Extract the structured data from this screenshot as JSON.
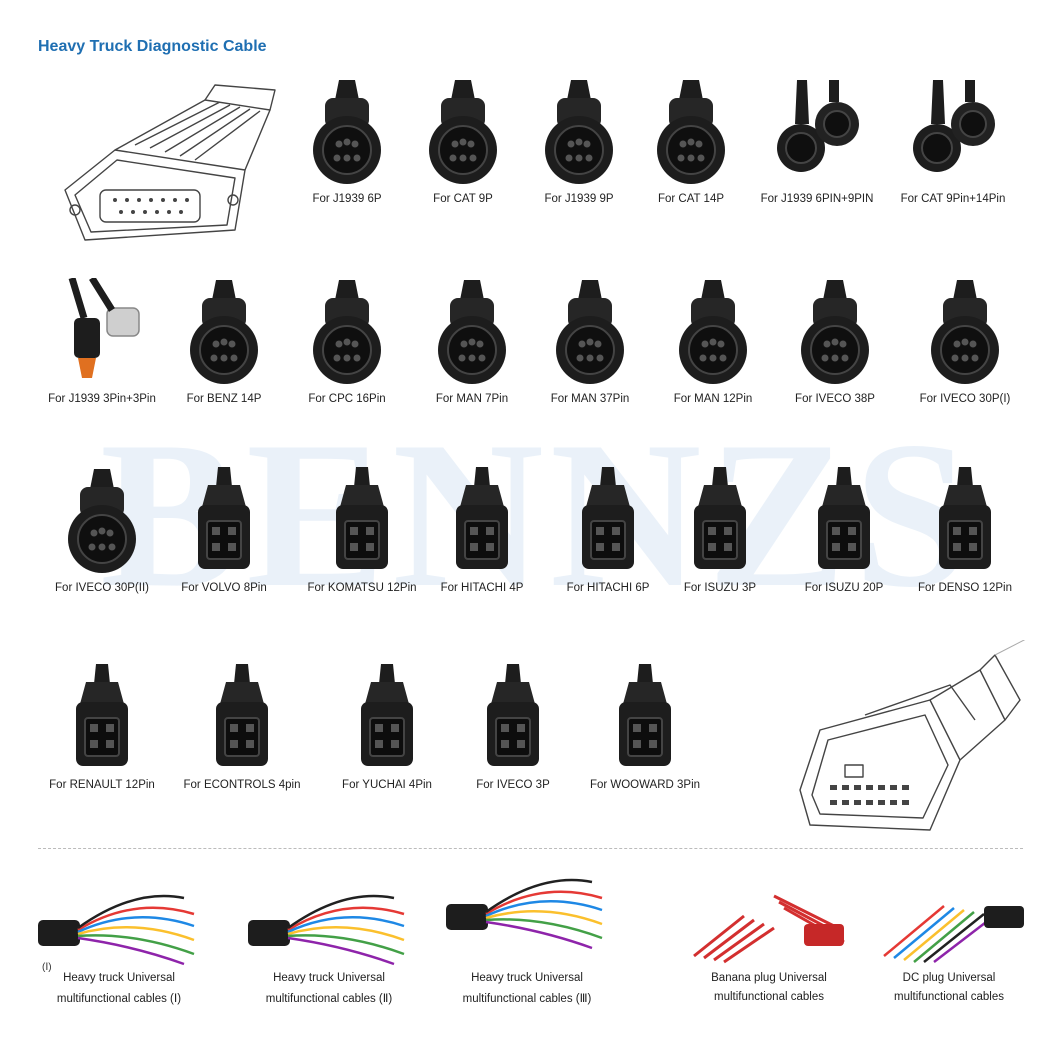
{
  "header": {
    "title": "Heavy Truck Diagnostic Cable"
  },
  "watermark": "BENNZS",
  "connectors": [
    {
      "label": "For J1939 6P",
      "icon": "round-connector"
    },
    {
      "label": "For CAT 9P",
      "icon": "round-connector"
    },
    {
      "label": "For J1939 9P",
      "icon": "round-connector"
    },
    {
      "label": "For CAT 14P",
      "icon": "round-connector"
    },
    {
      "label": "For J1939 6PIN+9PIN",
      "icon": "dual-round-connector"
    },
    {
      "label": "For CAT 9Pin+14Pin",
      "icon": "dual-round-connector"
    },
    {
      "label": "For J1939 3Pin+3Pin",
      "icon": "dual-small-connector"
    },
    {
      "label": "For BENZ 14P",
      "icon": "round-connector"
    },
    {
      "label": "For CPC 16Pin",
      "icon": "round-connector"
    },
    {
      "label": "For MAN 7Pin",
      "icon": "round-connector"
    },
    {
      "label": "For MAN 37Pin",
      "icon": "round-connector"
    },
    {
      "label": "For MAN 12Pin",
      "icon": "round-connector"
    },
    {
      "label": "For IVECO 38P",
      "icon": "round-connector"
    },
    {
      "label": "For IVECO 30P(I)",
      "icon": "round-connector"
    },
    {
      "label": "For IVECO 30P(II)",
      "icon": "round-connector"
    },
    {
      "label": "For VOLVO 8Pin",
      "icon": "rect-connector"
    },
    {
      "label": "For KOMATSU 12Pin",
      "icon": "rect-connector"
    },
    {
      "label": "For HITACHI 4P",
      "icon": "rect-connector"
    },
    {
      "label": "For HITACHI 6P",
      "icon": "rect-connector"
    },
    {
      "label": "For ISUZU 3P",
      "icon": "rect-connector"
    },
    {
      "label": "For ISUZU 20P",
      "icon": "rect-connector"
    },
    {
      "label": "For DENSO 12Pin",
      "icon": "rect-connector"
    },
    {
      "label": "For RENAULT 12Pin",
      "icon": "rect-connector"
    },
    {
      "label": "For ECONTROLS 4pin",
      "icon": "rect-connector"
    },
    {
      "label": "For YUCHAI 4Pin",
      "icon": "rect-connector"
    },
    {
      "label": "For IVECO 3P",
      "icon": "rect-connector"
    },
    {
      "label": "For   WOOWARD 3Pin",
      "icon": "rect-connector"
    }
  ],
  "cables": [
    {
      "line1": "Heavy truck Universal",
      "line2": "multifunctional cables (Ⅰ)",
      "icon": "obd-breakout-cable"
    },
    {
      "line1": "Heavy truck Universal",
      "line2": "multifunctional cables (Ⅱ)",
      "icon": "obd-breakout-cable"
    },
    {
      "line1": "Heavy truck Universal",
      "line2": "multifunctional cables (Ⅲ)",
      "icon": "obd-breakout-cable"
    },
    {
      "line1": "Banana plug Universal",
      "line2": "multifunctional cables",
      "icon": "banana-plug-cable"
    },
    {
      "line1": "DC plug Universal",
      "line2": "multifunctional cables",
      "icon": "dc-plug-cable"
    }
  ],
  "marker": "(Ⅰ)",
  "colors": {
    "title": "#1f6fb2",
    "watermark": "#e3edf7",
    "connector": "#1d1d1d"
  }
}
